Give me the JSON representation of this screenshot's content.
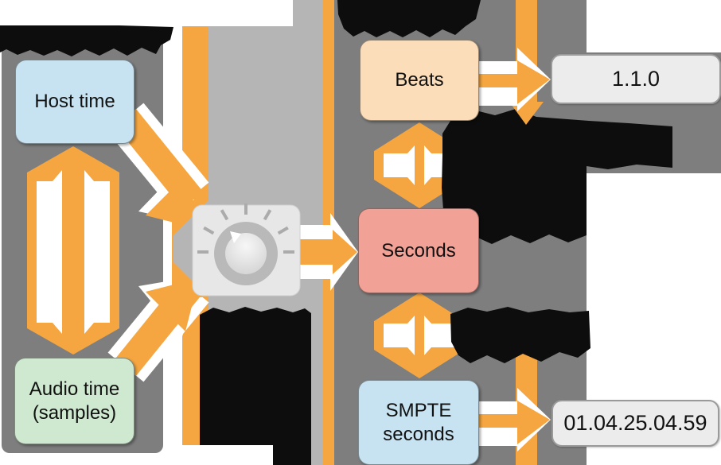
{
  "diagram": {
    "nodes": {
      "host_time": {
        "label": "Host time",
        "fill": "#C7E3F1"
      },
      "audio_time": {
        "line1": "Audio time",
        "line2": "(samples)",
        "fill": "#CEE9CF"
      },
      "beats": {
        "label": "Beats",
        "fill": "#FBDDB9"
      },
      "seconds": {
        "label": "Seconds",
        "fill": "#F1A196"
      },
      "smpte_seconds": {
        "line1": "SMPTE",
        "line2": "seconds",
        "fill": "#C7E3F1"
      }
    },
    "displays": {
      "bar_beat": {
        "value": "1.1.0"
      },
      "smpte": {
        "value": "01.04.25.04.59"
      }
    },
    "colors": {
      "arrow_orange": "#F5A640",
      "panel_dark": "#7E7E7E",
      "panel_light": "#B5B5B5",
      "knob_panel": "#E7E7E7",
      "display_fill": "#ECECEC",
      "ink_blob": "#0D0D0D"
    },
    "obscured_labels": [
      {
        "id": "hardware-times-heading",
        "legible": false
      },
      {
        "id": "media-times-heading",
        "legible": false
      },
      {
        "id": "tempo-map-caption",
        "legible": false
      },
      {
        "id": "beats-seconds-conversion-caption",
        "legible": false
      },
      {
        "id": "seconds-smpte-conversion-caption",
        "legible": false
      }
    ]
  }
}
